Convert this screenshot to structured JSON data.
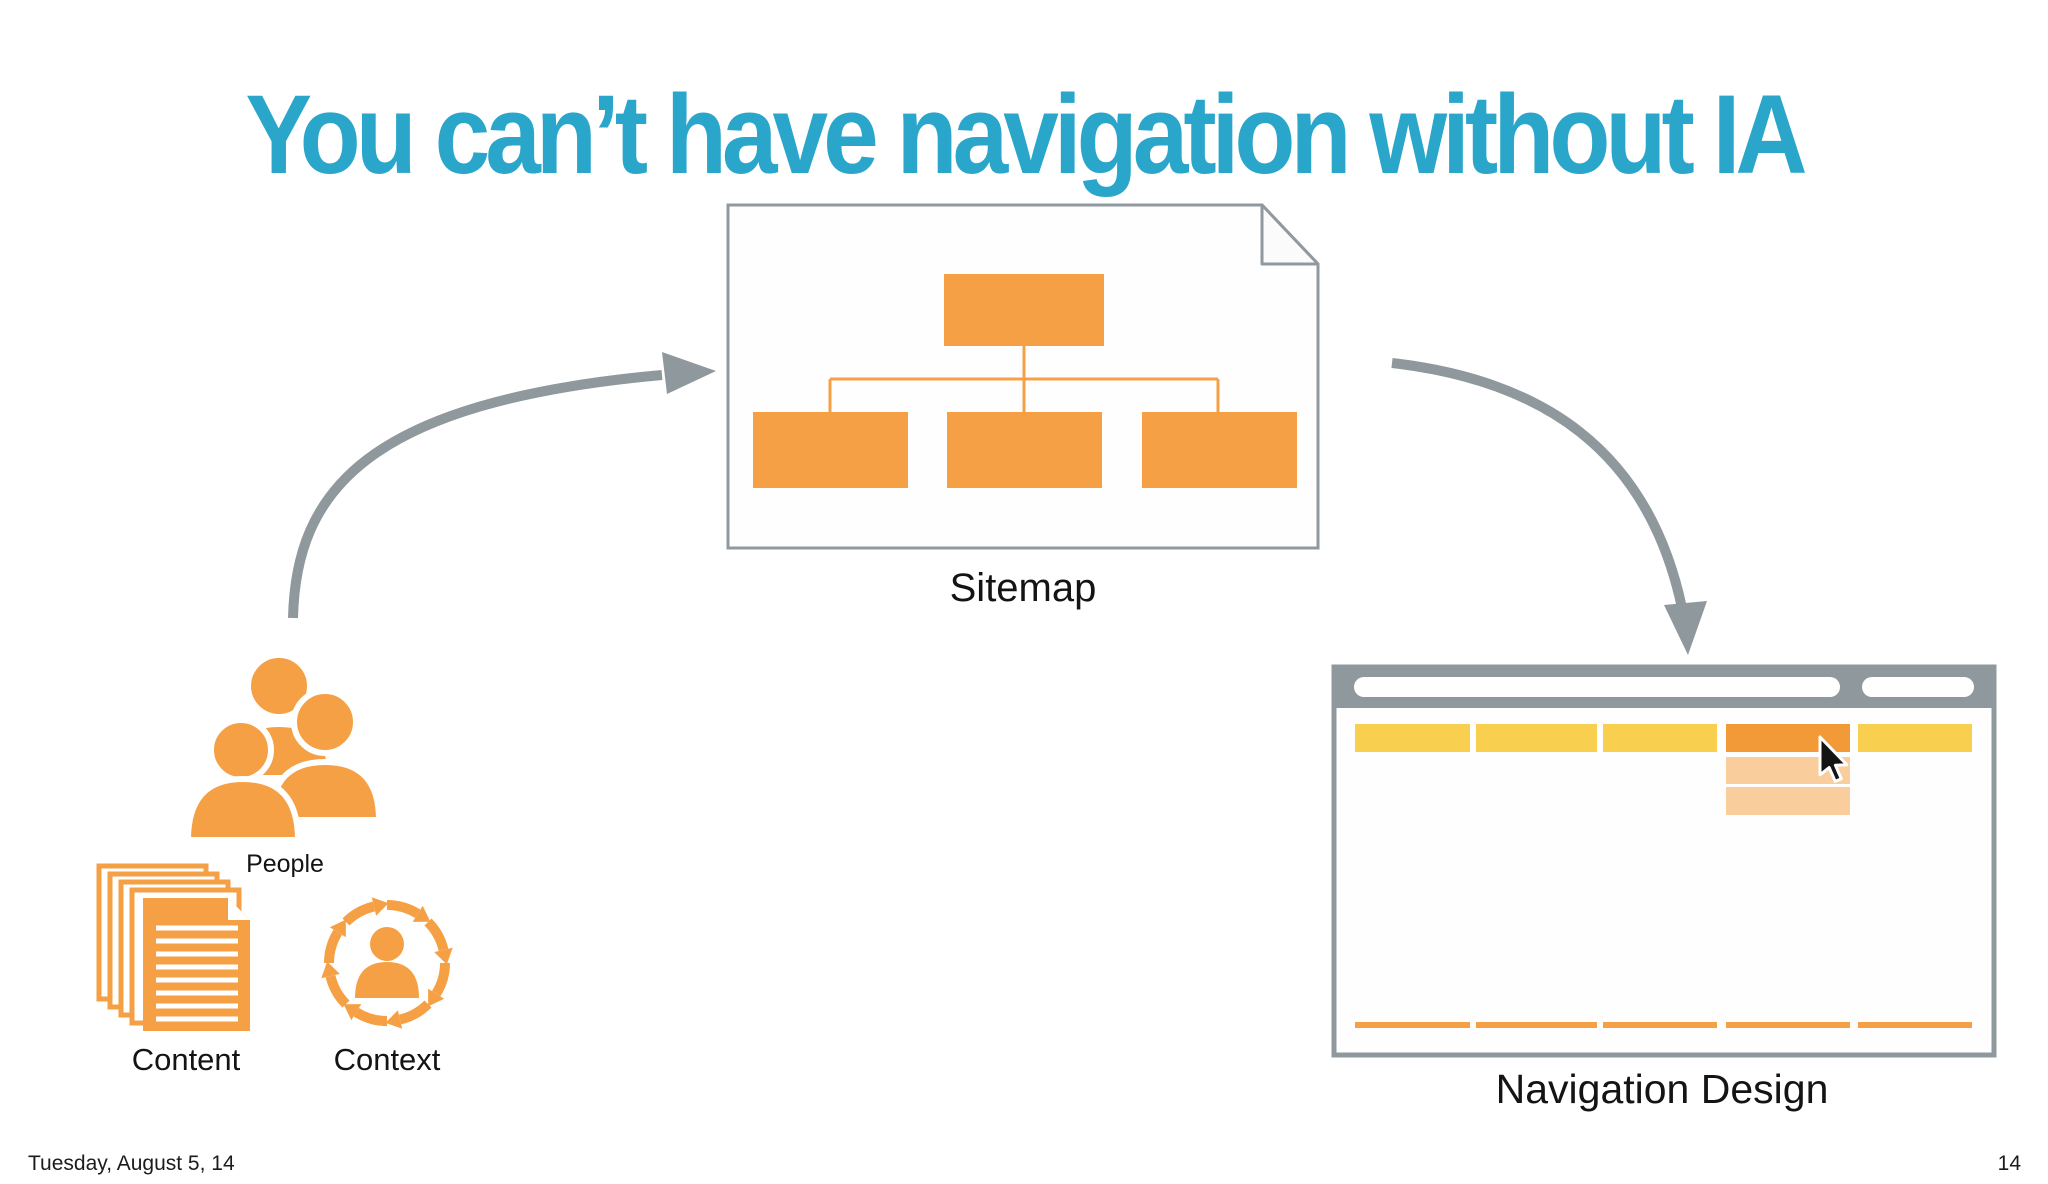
{
  "title": {
    "text": "You can’t have navigation without IA",
    "color": "#2BA6CB"
  },
  "diagram": {
    "inputs": {
      "people_label": "People",
      "content_label": "Content",
      "context_label": "Context"
    },
    "sitemap_label": "Sitemap",
    "navigation_label": "Navigation Design",
    "flow": [
      "People + Content + Context",
      "Sitemap",
      "Navigation Design"
    ],
    "icons": [
      "people-icon",
      "content-documents-icon",
      "context-cycle-icon",
      "sitemap-document",
      "browser-wireframe",
      "mouse-cursor-icon"
    ]
  },
  "browser_mockup": {
    "tabs_total": 5,
    "active_tab_index": 4,
    "dropdown_items_under_active_tab": 2,
    "address_bar": "",
    "secondary_bar": ""
  },
  "footer": {
    "date": "Tuesday, August 5, 14",
    "page": "14"
  },
  "colors": {
    "title_teal": "#2BA6CB",
    "orange": "#F5A044",
    "active_tab_orange": "#F19A37",
    "tab_yellow": "#F8CF4E",
    "dropdown_light_orange": "#FACE9C",
    "chrome_gray": "#8F989D",
    "document_border_gray": "#9199A0",
    "text_black": "#141414"
  }
}
